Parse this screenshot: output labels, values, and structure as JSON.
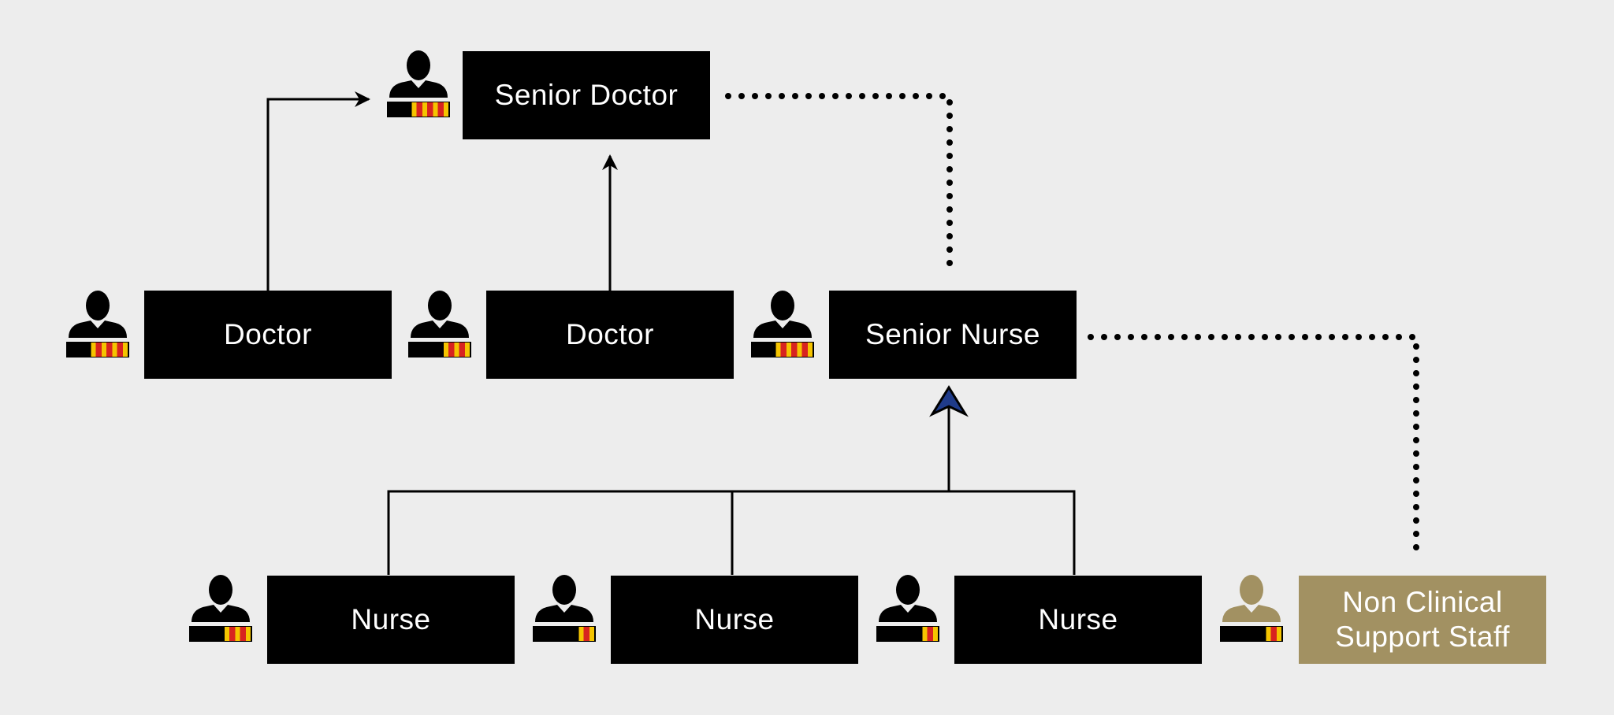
{
  "diagram": {
    "colors": {
      "background": "#ededed",
      "box": "#000000",
      "support_box": "#a29162",
      "stripe_red": "#d8231f",
      "stripe_yellow": "#f5c400",
      "support_icon": "#a29162"
    },
    "nodes": {
      "senior_doctor": {
        "label": "Senior Doctor",
        "stripes": 3
      },
      "doctor_1": {
        "label": "Doctor",
        "stripes": 3
      },
      "doctor_2": {
        "label": "Doctor",
        "stripes": 2
      },
      "senior_nurse": {
        "label": "Senior Nurse",
        "stripes": 3
      },
      "nurse_1": {
        "label": "Nurse",
        "stripes": 2
      },
      "nurse_2": {
        "label": "Nurse",
        "stripes": 1
      },
      "nurse_3": {
        "label": "Nurse",
        "stripes": 1
      },
      "support_staff": {
        "label": "Non Clinical\nSupport Staff",
        "stripes": 1
      }
    },
    "icon": "person-icon",
    "connectors": [
      {
        "from": "doctor_1",
        "to": "senior_doctor",
        "style": "solid-arrow"
      },
      {
        "from": "doctor_2",
        "to": "senior_doctor",
        "style": "solid-arrow"
      },
      {
        "from": "senior_nurse",
        "to": "senior_doctor",
        "style": "dotted"
      },
      {
        "from": "nurse_1",
        "to": "senior_nurse",
        "style": "solid-arrow"
      },
      {
        "from": "nurse_2",
        "to": "senior_nurse",
        "style": "solid-arrow"
      },
      {
        "from": "nurse_3",
        "to": "senior_nurse",
        "style": "solid-arrow"
      },
      {
        "from": "support_staff",
        "to": "senior_nurse",
        "style": "dotted"
      }
    ]
  }
}
